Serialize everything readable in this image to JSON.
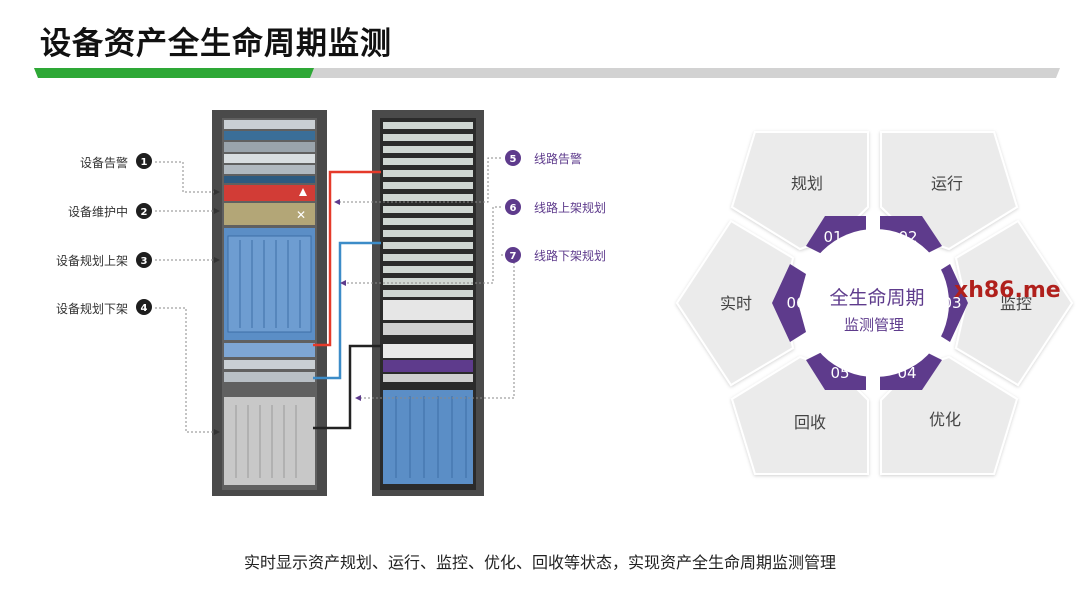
{
  "title": "设备资产全生命周期监测",
  "left_labels": [
    {
      "num": "1",
      "text": "设备告警"
    },
    {
      "num": "2",
      "text": "设备维护中"
    },
    {
      "num": "3",
      "text": "设备规划上架"
    },
    {
      "num": "4",
      "text": "设备规划下架"
    }
  ],
  "right_labels": [
    {
      "num": "5",
      "text": "线路告警"
    },
    {
      "num": "6",
      "text": "线路上架规划"
    },
    {
      "num": "7",
      "text": "线路下架规划"
    }
  ],
  "hexagon": {
    "center_title": "全生命周期",
    "center_sub": "监测管理",
    "segments": [
      {
        "num": "01",
        "label": "规划"
      },
      {
        "num": "02",
        "label": "运行"
      },
      {
        "num": "03",
        "label": "监控"
      },
      {
        "num": "04",
        "label": "优化"
      },
      {
        "num": "05",
        "label": "回收"
      },
      {
        "num": "06",
        "label": "实时"
      }
    ]
  },
  "watermark": "xh86.me",
  "caption": "实时显示资产规划、运行、监控、优化、回收等状态，实现资产全生命周期监测管理",
  "colors": {
    "accent_green": "#2ea836",
    "purple": "#5e3b8c",
    "alarm_red": "#e53a2a",
    "link_blue": "#3c8cc8"
  }
}
